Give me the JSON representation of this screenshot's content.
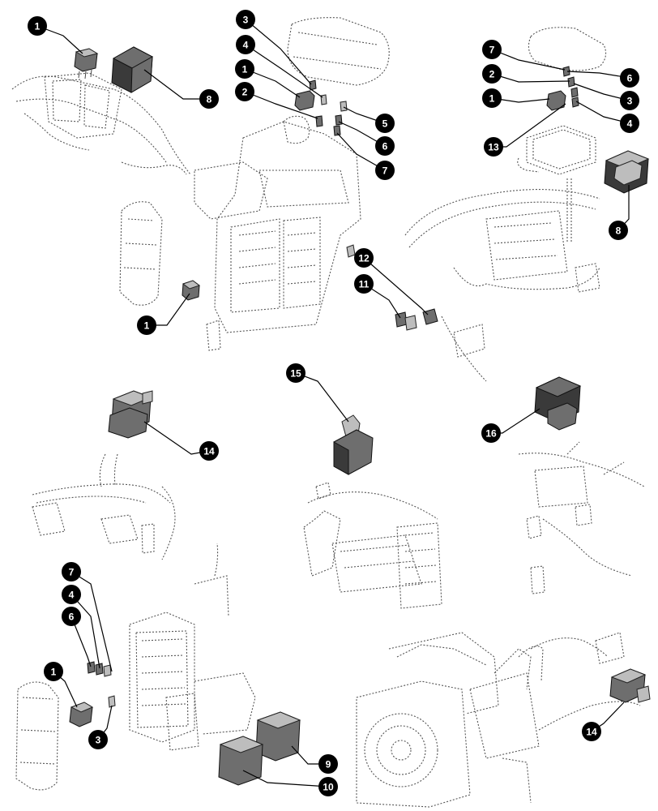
{
  "callouts": [
    {
      "id": "c1a",
      "label": "1"
    },
    {
      "id": "c8a",
      "label": "8"
    },
    {
      "id": "c3a",
      "label": "3"
    },
    {
      "id": "c4a",
      "label": "4"
    },
    {
      "id": "c1b",
      "label": "1"
    },
    {
      "id": "c2a",
      "label": "2"
    },
    {
      "id": "c5a",
      "label": "5"
    },
    {
      "id": "c6a",
      "label": "6"
    },
    {
      "id": "c7a",
      "label": "7"
    },
    {
      "id": "c7b",
      "label": "7"
    },
    {
      "id": "c2b",
      "label": "2"
    },
    {
      "id": "c1c",
      "label": "1"
    },
    {
      "id": "c13",
      "label": "13"
    },
    {
      "id": "c6b",
      "label": "6"
    },
    {
      "id": "c3b",
      "label": "3"
    },
    {
      "id": "c4b",
      "label": "4"
    },
    {
      "id": "c8b",
      "label": "8"
    },
    {
      "id": "c12",
      "label": "12"
    },
    {
      "id": "c11",
      "label": "11"
    },
    {
      "id": "c1d",
      "label": "1"
    },
    {
      "id": "c15",
      "label": "15"
    },
    {
      "id": "c16",
      "label": "16"
    },
    {
      "id": "c14a",
      "label": "14"
    },
    {
      "id": "c7c",
      "label": "7"
    },
    {
      "id": "c4c",
      "label": "4"
    },
    {
      "id": "c6c",
      "label": "6"
    },
    {
      "id": "c1e",
      "label": "1"
    },
    {
      "id": "c3c",
      "label": "3"
    },
    {
      "id": "c9",
      "label": "9"
    },
    {
      "id": "c10",
      "label": "10"
    },
    {
      "id": "c14b",
      "label": "14"
    }
  ]
}
